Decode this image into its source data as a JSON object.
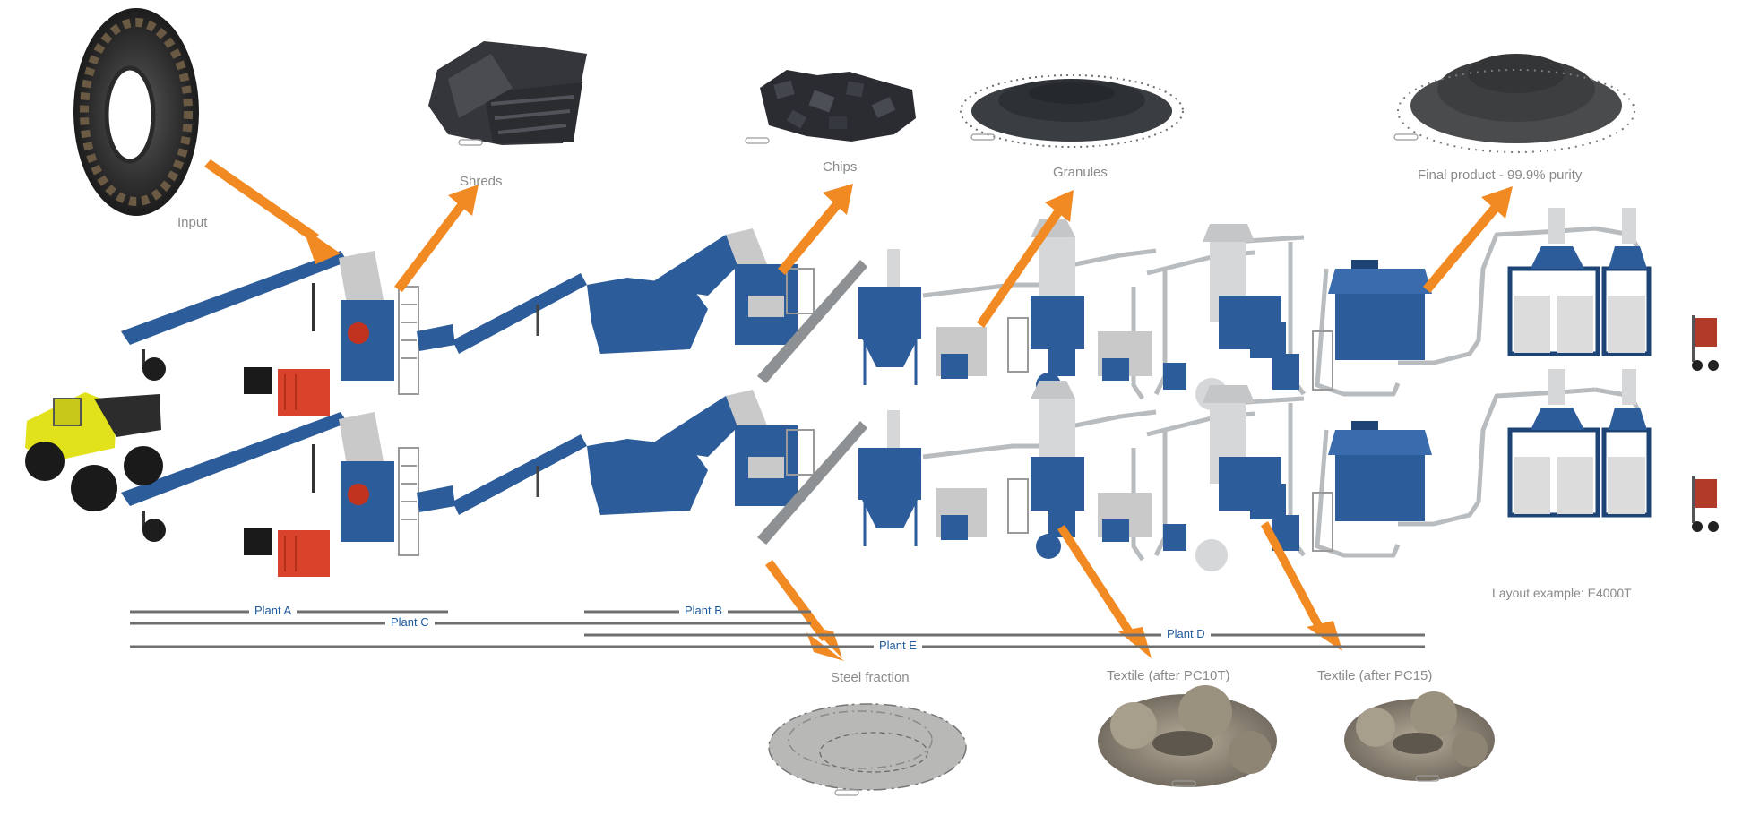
{
  "labels": {
    "input": "Input",
    "shreds": "Shreds",
    "chips": "Chips",
    "granules": "Granules",
    "final_product": "Final product - 99.9% purity",
    "steel_fraction": "Steel fraction",
    "textile_pc10t": "Textile (after PC10T)",
    "textile_pc15": "Textile (after PC15)",
    "layout_example": "Layout example: E4000T"
  },
  "plants": {
    "plant_a": "Plant A",
    "plant_b": "Plant B",
    "plant_c": "Plant C",
    "plant_d": "Plant D",
    "plant_e": "Plant E"
  },
  "colors": {
    "machine_blue": "#2d5c9a",
    "machine_dark": "#1e4475",
    "arrow_orange": "#f28a23",
    "pipe_grey": "#b9bcbf",
    "label_grey": "#8a8a8a",
    "plant_blue": "#1f5a9c",
    "loader_yellow": "#e2e21c",
    "generator_red": "#d9432b"
  }
}
